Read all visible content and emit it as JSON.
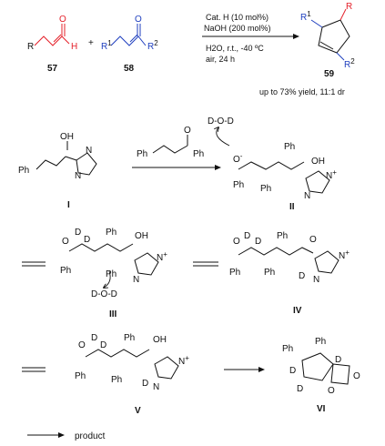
{
  "reaction": {
    "compound_57": "57",
    "compound_58": "58",
    "compound_59": "59",
    "label_R": "R",
    "label_R1": "R",
    "label_R2": "R",
    "sup_1": "1",
    "sup_2": "2",
    "atom_O": "O",
    "atom_H": "H",
    "plus": "+",
    "cond_catalyst": "Cat. H (10 mol%)",
    "cond_base": "NaOH (200 mol%)",
    "cond_solvent": "H2O, r.t., -40 ºC",
    "cond_air": "air, 24 h",
    "yield": "up to 73% yield, 11:1 dr"
  },
  "mechanism": {
    "I": "I",
    "II": "II",
    "III": "III",
    "IV": "IV",
    "V": "V",
    "VI": "VI",
    "reagent": "D-O-D",
    "reagent_III": "D-O-D",
    "product": "product",
    "Ph": "Ph",
    "OH": "OH",
    "O": "O",
    "N": "N",
    "D": "D",
    "plus_charge": "+",
    "minus_charge": "-"
  }
}
